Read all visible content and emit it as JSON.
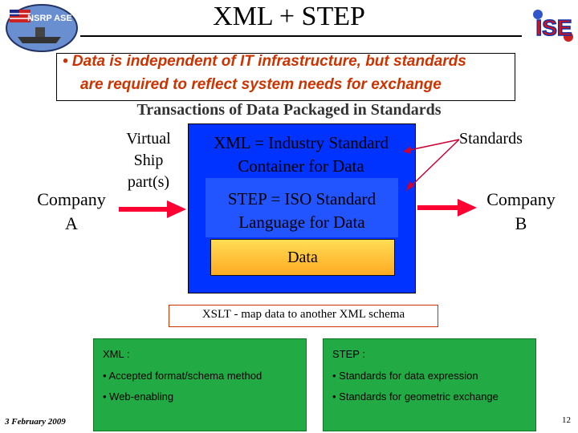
{
  "header": {
    "title": "XML + STEP",
    "logo_left_text": "NSRP ASE",
    "logo_right_text": "ISE"
  },
  "bullet": {
    "line1": "• Data is independent of IT infrastructure, but standards",
    "line2": "are required to reflect system needs for exchange"
  },
  "subtitle": "Transactions of Data Packaged in Standards",
  "diagram": {
    "standards_label": "Standards",
    "virtual_line1": "Virtual",
    "virtual_line2": "Ship",
    "virtual_line3": "part(s)",
    "company_a_line1": "Company",
    "company_a_line2": "A",
    "company_b_line1": "Company",
    "company_b_line2": "B",
    "xml_line1": "XML = Industry Standard",
    "xml_line2": "Container for Data",
    "step_line1": "STEP = ISO Standard",
    "step_line2": "Language for Data",
    "data_label": "Data",
    "xslt_label": "XSLT - map data to another XML schema"
  },
  "panels": {
    "xml": {
      "title": "XML :",
      "item1": "• Accepted format/schema method",
      "item2": "• Web-enabling"
    },
    "step": {
      "title": "STEP :",
      "item1": "• Standards for data expression",
      "item2": "• Standards for geometric exchange"
    }
  },
  "footer": {
    "date": "3 February 2009",
    "page_number": "12"
  },
  "colors": {
    "container_blue": "#0033ff",
    "arrow_red": "#ff0033",
    "bullet_text": "#cc3300",
    "panel_green": "#22aa44",
    "data_orange": "#ffaa22"
  }
}
